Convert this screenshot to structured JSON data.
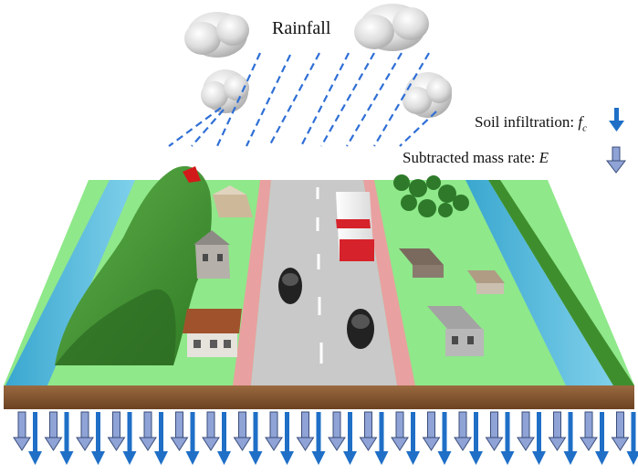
{
  "title": "Rainfall",
  "legend": {
    "infiltration_label": "Soil infiltration: ",
    "infiltration_symbol": "f",
    "infiltration_subscript": "c",
    "subtracted_label": "Subtracted mass rate: ",
    "subtracted_symbol": "E"
  },
  "colors": {
    "rain": "#2f6fd6",
    "infiltration_arrow": "#1f6fc7",
    "subtracted_arrow": "#8fa3d6",
    "grass": "#8fe88a",
    "road": "#c9c9c9",
    "sidewalk": "#e9a0a0",
    "river": "#4fb7d6",
    "hill": "#3d8a2c",
    "soil": "#8a5a35",
    "cloud": "#d8d8d8"
  },
  "icons": {
    "cloud": "cloud-icon",
    "infiltration": "arrow-down-icon",
    "subtracted": "hollow-arrow-down-icon"
  }
}
